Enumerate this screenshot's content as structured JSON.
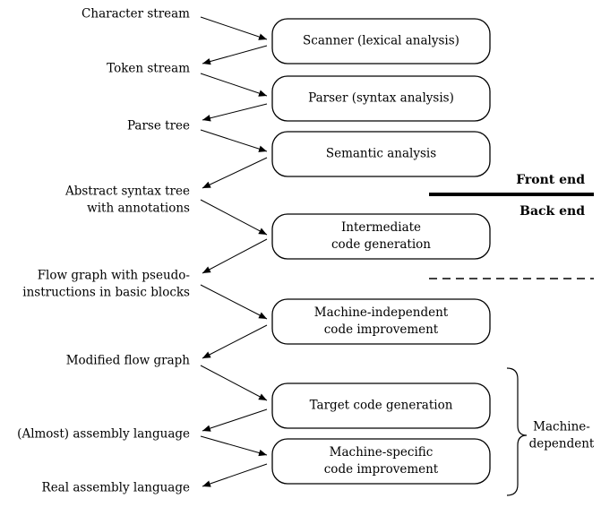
{
  "phases": [
    {
      "id": "scanner",
      "lines": [
        "Scanner (lexical analysis)"
      ]
    },
    {
      "id": "parser",
      "lines": [
        "Parser (syntax analysis)"
      ]
    },
    {
      "id": "semantic",
      "lines": [
        "Semantic analysis"
      ]
    },
    {
      "id": "intermediate",
      "lines": [
        "Intermediate",
        "code generation"
      ]
    },
    {
      "id": "machine-independent",
      "lines": [
        "Machine-independent",
        "code improvement"
      ]
    },
    {
      "id": "target-codegen",
      "lines": [
        "Target code generation"
      ]
    },
    {
      "id": "machine-specific",
      "lines": [
        "Machine-specific",
        "code improvement"
      ]
    }
  ],
  "representations": [
    {
      "id": "character-stream",
      "lines": [
        "Character stream"
      ]
    },
    {
      "id": "token-stream",
      "lines": [
        "Token stream"
      ]
    },
    {
      "id": "parse-tree",
      "lines": [
        "Parse tree"
      ]
    },
    {
      "id": "abstract-syntax-tree",
      "lines": [
        "Abstract syntax tree",
        "with annotations"
      ]
    },
    {
      "id": "flow-graph",
      "lines": [
        "Flow graph with pseudo-",
        "instructions in basic blocks"
      ]
    },
    {
      "id": "modified-flow-graph",
      "lines": [
        "Modified flow graph"
      ]
    },
    {
      "id": "almost-assembly",
      "lines": [
        "(Almost) assembly language"
      ]
    },
    {
      "id": "real-assembly",
      "lines": [
        "Real assembly language"
      ]
    }
  ],
  "sections": {
    "front_end": "Front end",
    "back_end": "Back end"
  },
  "machine_dependent_lines": [
    "Machine-",
    "dependent"
  ]
}
